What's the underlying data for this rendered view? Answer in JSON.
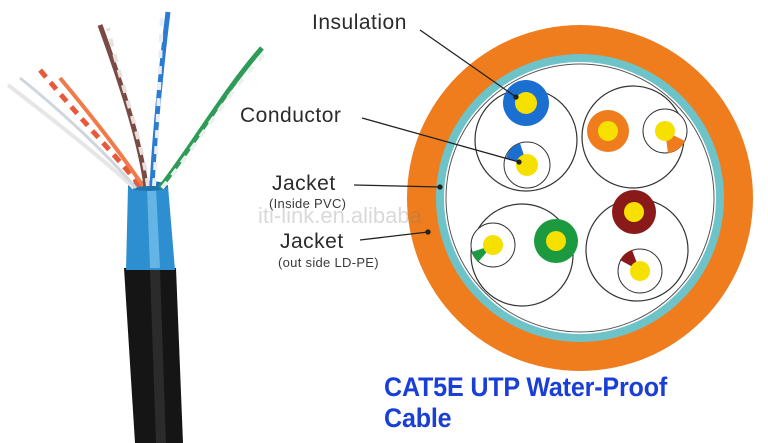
{
  "labels": {
    "insulation": "Insulation",
    "conductor": "Conductor",
    "jacket_inner": "Jacket",
    "jacket_inner_note": "(Inside PVC)",
    "jacket_outer": "Jacket",
    "jacket_outer_note": "(out side LD-PE)"
  },
  "watermark": "iti-link.en.alibaba",
  "caption": "CAT5E UTP Water-Proof Cable",
  "colors": {
    "outer_jacket": "#ef7d1e",
    "inner_jacket": "#6ec3c9",
    "blue": "#1a6fd0",
    "orange": "#ef7d1e",
    "green": "#1c9a3f",
    "brown": "#8a1a1a",
    "conductor": "#f5e000",
    "caption": "#1a3fd6",
    "black_sheath": "#151515",
    "blue_sheath": "#2d8fd0"
  }
}
